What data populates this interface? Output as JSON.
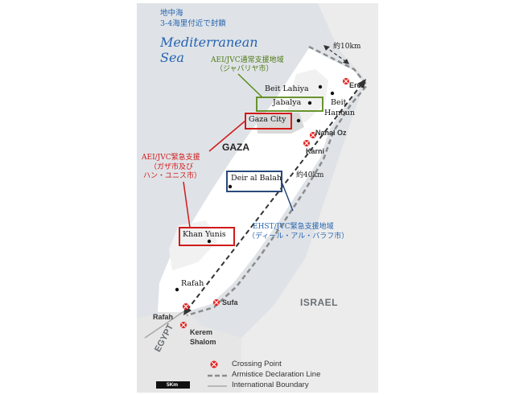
{
  "colors": {
    "sea": "#dfe3e7",
    "land": "#ececec",
    "gaza": "#ffffff",
    "accent_blue": "#2563b0",
    "accent_green": "#5a8a1a",
    "accent_red": "#d11a1a",
    "accent_navy": "#2b4a7a",
    "crossing": "#e02020"
  },
  "sea": {
    "note_line1": "地中海",
    "note_line2": "3-4海里付近で封鎖",
    "name_line1": "Mediterranean",
    "name_line2": "Sea"
  },
  "regions": {
    "gaza": "GAZA",
    "israel": "ISRAEL",
    "egypt": "EGYPT"
  },
  "distances": {
    "width": "約10km",
    "length": "約40km"
  },
  "support_areas": {
    "green": {
      "line1": "AEI/JVC通常支援地域",
      "line2": "（ジャバリヤ市）"
    },
    "red": {
      "line1": "AEI/JVC緊急支援",
      "line2": "（ガザ市及び",
      "line3": "ハン・ユニス市）"
    },
    "blue": {
      "line1": "EHST/JVC緊急支援地域",
      "line2": "（ディール・アル・バラフ市）"
    }
  },
  "towns": {
    "beit_lahiya": "Beit Lahiya",
    "jabalya": "Jabalya",
    "beit_hanoun_1": "Beit",
    "beit_hanoun_2": "Hanoun",
    "gaza_city": "Gaza City",
    "deir_al_balah": "Deir al Balah",
    "khan_yunis": "Khan Yunis",
    "rafah_town": "Rafah"
  },
  "crossings": {
    "erez": "Erez",
    "nahal_oz": "Nahal Oz",
    "karni": "Karni",
    "sufa": "Sufa",
    "rafah": "Rafah",
    "kerem_shalom_1": "Kerem",
    "kerem_shalom_2": "Shalom"
  },
  "legend": {
    "crossing_point": "Crossing Point",
    "armistice_line": "Armistice Declaration Line",
    "international_boundary": "International Boundary",
    "scale": "5Km"
  }
}
